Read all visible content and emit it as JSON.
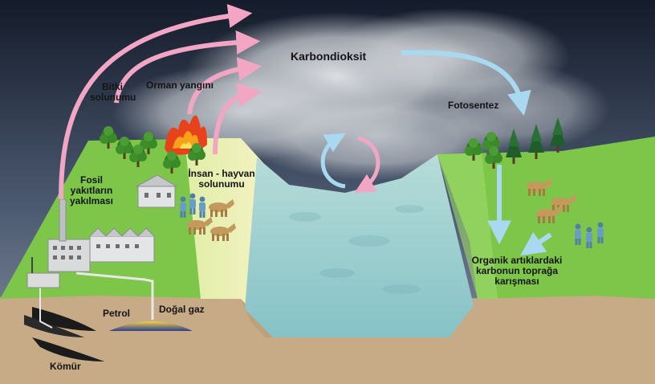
{
  "labels": {
    "co2": "Karbondioksit",
    "plant_respiration": [
      "Bitki",
      "solunumu"
    ],
    "forest_fire": "Orman yangını",
    "human_animal_respiration": [
      "İnsan - hayvan",
      "solunumu"
    ],
    "fossil_fuel_burning": [
      "Fosil",
      "yakıtların",
      "yakılması"
    ],
    "photosynthesis": "Fotosentez",
    "organic_carbon": [
      "Organik artıklardaki",
      "karbonun toprağa",
      "karışması"
    ],
    "petroleum": "Petrol",
    "natural_gas": "Doğal gaz",
    "coal": "Kömür"
  },
  "colors": {
    "emission_arrow": "#f2a6c4",
    "absorption_arrow": "#a9d9f0",
    "grass": "#7dc64a",
    "beach": "#eef0b6",
    "soil": "#c7aa86",
    "water": "#98cfcf",
    "sky_dark": "#1c2536"
  },
  "icons": [
    "factory-icon",
    "fire-icon",
    "tree-icon",
    "animal-icon",
    "person-icon",
    "house-icon",
    "cycle-arrows-icon"
  ]
}
